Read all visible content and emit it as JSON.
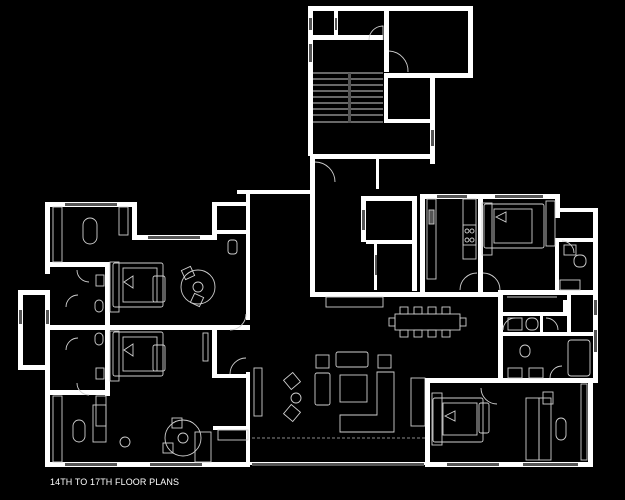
{
  "caption": "14TH TO 17TH FLOOR PLANS",
  "colors": {
    "background": "#000000",
    "walls": "#ffffff",
    "furniture": "#cfcfcf",
    "windows": "#555555"
  },
  "rooms": [
    {
      "name": "stair-core"
    },
    {
      "name": "lift-lobby"
    },
    {
      "name": "master-bedroom-upper-left"
    },
    {
      "name": "bedroom-left"
    },
    {
      "name": "bedroom-lower-left"
    },
    {
      "name": "living-room"
    },
    {
      "name": "dining-area"
    },
    {
      "name": "kitchen"
    },
    {
      "name": "bedroom-upper-right"
    },
    {
      "name": "bedroom-lower-right"
    },
    {
      "name": "bathrooms"
    }
  ]
}
